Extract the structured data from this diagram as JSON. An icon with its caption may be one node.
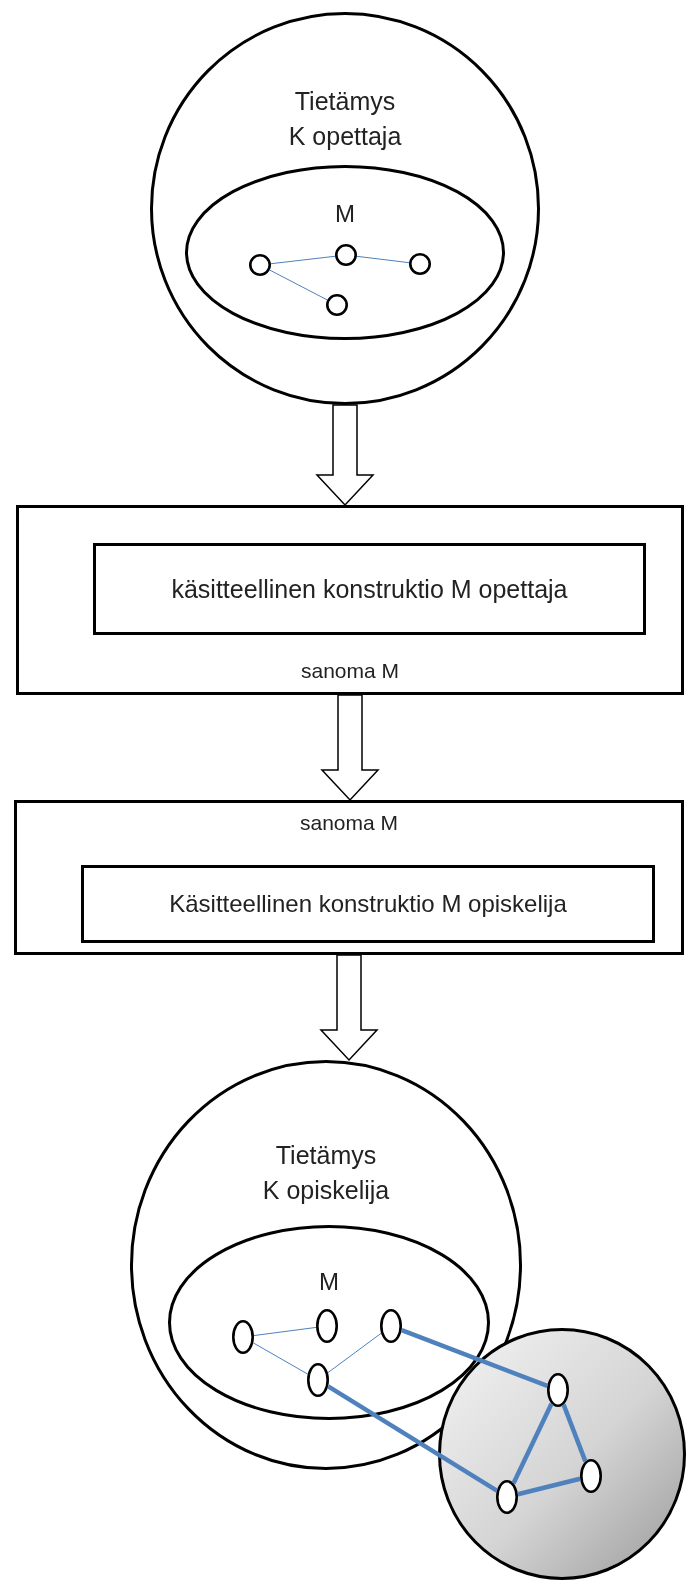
{
  "diagram": {
    "nodes": [
      {
        "text": [
          "Tietämys",
          "K opettaja"
        ]
      },
      {
        "text": [
          "M"
        ],
        "in": 0
      },
      {
        "text": [],
        "shape": "circle",
        "in": 1
      },
      {
        "text": [],
        "shape": "circle",
        "in": 1
      },
      {
        "text": [],
        "shape": "circle",
        "in": 1
      },
      {
        "text": [],
        "shape": "circle",
        "in": 1
      },
      {
        "text": [
          "sanoma M"
        ]
      },
      {
        "text": [
          "käsitteellinen konstruktio M opettaja"
        ],
        "in": 6
      },
      {
        "text": [
          "sanoma M"
        ]
      },
      {
        "text": [
          "Käsitteellinen konstruktio M opiskelija"
        ],
        "in": 8
      },
      {
        "text": [
          "Tietämys",
          "K opiskelija"
        ]
      },
      {
        "text": [
          "M"
        ],
        "in": 10
      },
      {
        "text": [],
        "shape": "circle",
        "in": 11
      },
      {
        "text": [],
        "shape": "circle",
        "in": 11
      },
      {
        "text": [],
        "shape": "circle",
        "in": 11
      },
      {
        "text": [],
        "shape": "circle",
        "in": 11
      },
      {
        "text": [],
        "shape": "circle"
      },
      {
        "text": [],
        "shape": "circle",
        "in": 16
      },
      {
        "text": [],
        "shape": "circle",
        "in": 16
      },
      {
        "text": [],
        "shape": "circle",
        "in": 16
      }
    ],
    "edges": [
      {
        "from": 2,
        "to": 3,
        "arrow": "none",
        "color": "#4f81bd"
      },
      {
        "from": 3,
        "to": 4,
        "arrow": "none",
        "color": "#4f81bd"
      },
      {
        "from": 2,
        "to": 5,
        "arrow": "none",
        "color": "#4f81bd"
      },
      {
        "from": 0,
        "to": 6,
        "arrow": "to"
      },
      {
        "from": 6,
        "to": 8,
        "arrow": "to"
      },
      {
        "from": 8,
        "to": 10,
        "arrow": "to"
      },
      {
        "from": 12,
        "to": 13,
        "arrow": "none",
        "color": "#4f81bd"
      },
      {
        "from": 12,
        "to": 15,
        "arrow": "none",
        "color": "#4f81bd"
      },
      {
        "from": 15,
        "to": 14,
        "arrow": "none",
        "color": "#4f81bd"
      },
      {
        "from": 14,
        "to": 17,
        "arrow": "none",
        "style": "thick",
        "color": "#4f81bd"
      },
      {
        "from": 15,
        "to": 19,
        "arrow": "none",
        "style": "thick",
        "color": "#4f81bd"
      },
      {
        "from": 17,
        "to": 19,
        "arrow": "none",
        "style": "thick",
        "color": "#4f81bd"
      },
      {
        "from": 17,
        "to": 18,
        "arrow": "none",
        "style": "thick",
        "color": "#4f81bd"
      },
      {
        "from": 19,
        "to": 18,
        "arrow": "none",
        "style": "thick",
        "color": "#4f81bd"
      }
    ]
  }
}
